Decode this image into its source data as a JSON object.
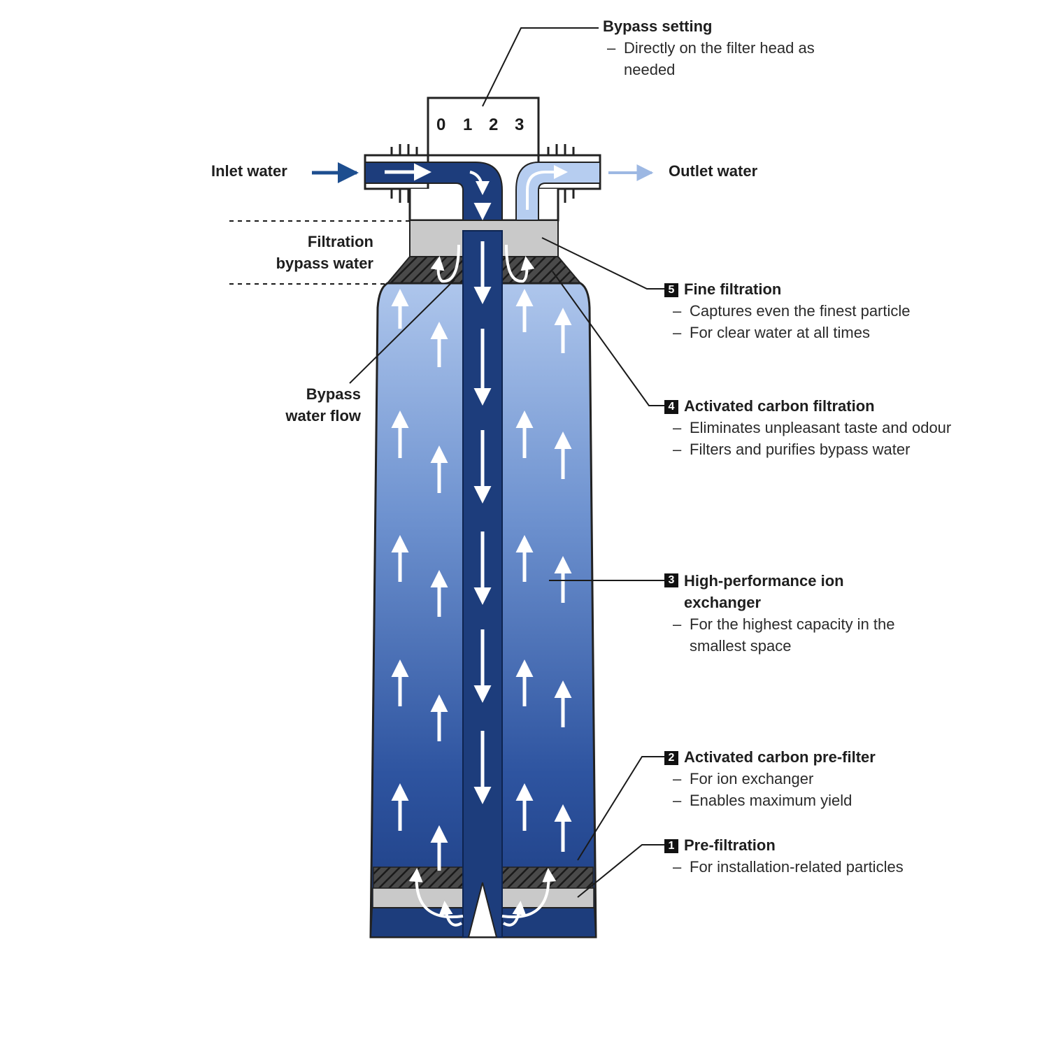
{
  "bypass_setting": {
    "title": "Bypass setting",
    "bullets": [
      "Directly on the filter head as needed"
    ]
  },
  "dial": [
    "0",
    "1",
    "2",
    "3"
  ],
  "inlet": "Inlet water",
  "outlet": "Outlet water",
  "filtration_bypass": "Filtration bypass water",
  "bypass_flow": "Bypass water flow",
  "stages": [
    {
      "number": "5",
      "title": "Fine filtration",
      "bullets": [
        "Captures even the finest particle",
        "For clear water at all times"
      ]
    },
    {
      "number": "4",
      "title": "Activated carbon filtration",
      "bullets": [
        "Eliminates unpleasant taste and odour",
        "Filters and purifies bypass water"
      ]
    },
    {
      "number": "3",
      "title": "High-performance ion exchanger",
      "bullets": [
        "For the highest capacity in the smallest space"
      ]
    },
    {
      "number": "2",
      "title": "Activated carbon pre-filter",
      "bullets": [
        "For ion exchanger",
        "Enables maximum yield"
      ]
    },
    {
      "number": "1",
      "title": "Pre-filtration",
      "bullets": [
        "For installation-related particles"
      ]
    }
  ],
  "colors": {
    "dark_blue": "#1d3d7c",
    "light_blue": "#a9c3ea",
    "inlet_arrow": "#1d4e8f",
    "outlet_arrow": "#9db8e3",
    "filter_layer": "#c9c9c9",
    "hatch": "#333333"
  }
}
